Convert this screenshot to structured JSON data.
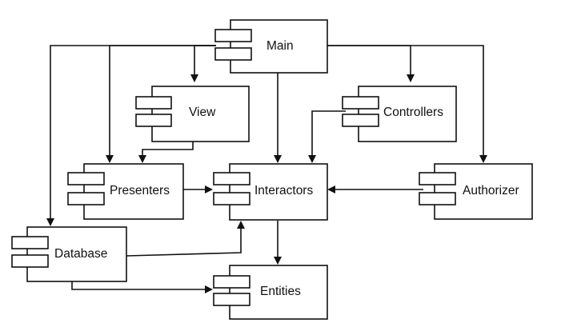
{
  "diagram": {
    "components": {
      "main": "Main",
      "view": "View",
      "controllers": "Controllers",
      "presenters": "Presenters",
      "interactors": "Interactors",
      "authorizer": "Authorizer",
      "database": "Database",
      "entities": "Entities"
    },
    "dependencies": [
      {
        "from": "Main",
        "to": "View"
      },
      {
        "from": "Main",
        "to": "Presenters"
      },
      {
        "from": "Main",
        "to": "Database"
      },
      {
        "from": "Main",
        "to": "Interactors"
      },
      {
        "from": "Main",
        "to": "Controllers"
      },
      {
        "from": "Main",
        "to": "Authorizer"
      },
      {
        "from": "View",
        "to": "Presenters"
      },
      {
        "from": "Controllers",
        "to": "Interactors"
      },
      {
        "from": "Presenters",
        "to": "Interactors"
      },
      {
        "from": "Authorizer",
        "to": "Interactors"
      },
      {
        "from": "Database",
        "to": "Interactors"
      },
      {
        "from": "Database",
        "to": "Entities"
      },
      {
        "from": "Interactors",
        "to": "Entities"
      }
    ]
  }
}
